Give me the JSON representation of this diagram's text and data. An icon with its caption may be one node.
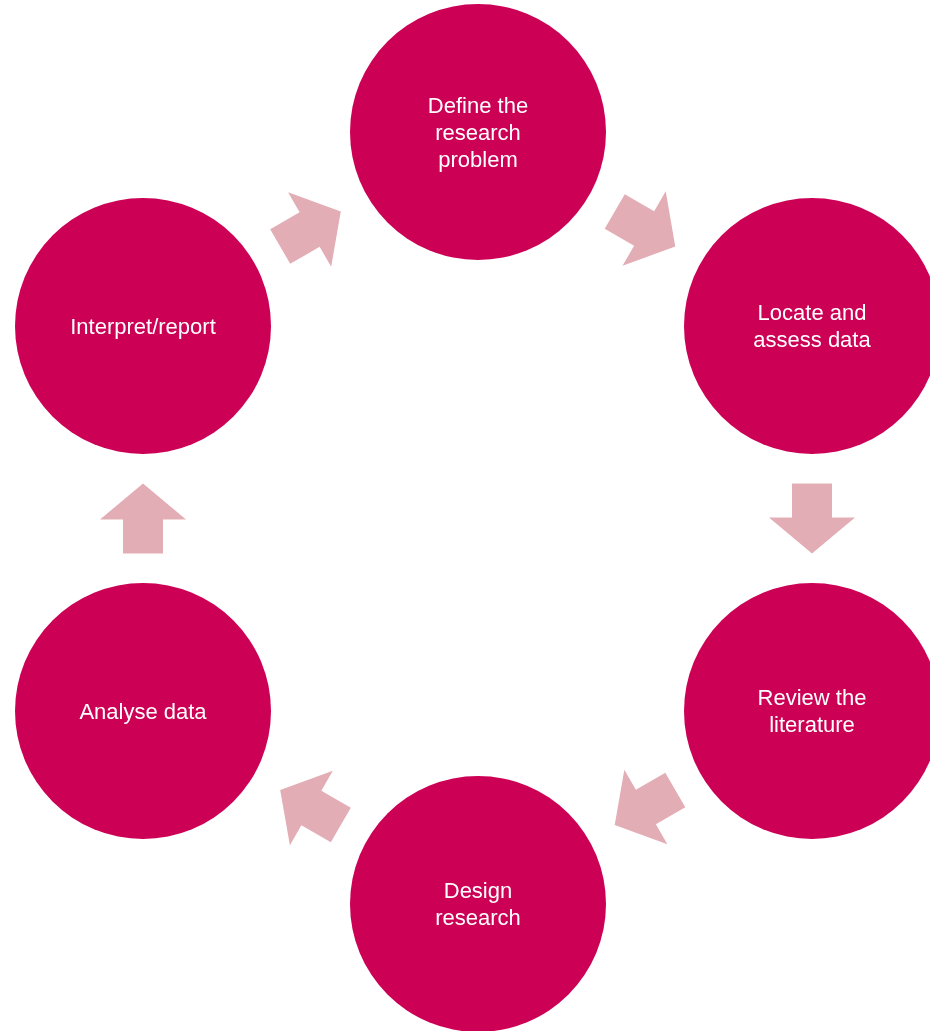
{
  "diagram": {
    "nodes": [
      {
        "text": [
          "Define the research problem"
        ]
      },
      {
        "text": [
          "Locate and assess data"
        ]
      },
      {
        "text": [
          "Review the literature"
        ]
      },
      {
        "text": [
          "Design research"
        ]
      },
      {
        "text": [
          "Analyse data"
        ]
      },
      {
        "text": [
          "Interpret/report"
        ]
      }
    ],
    "edges": [
      {
        "from": 0,
        "to": 1,
        "arrow": "to"
      },
      {
        "from": 1,
        "to": 2,
        "arrow": "to"
      },
      {
        "from": 2,
        "to": 3,
        "arrow": "to"
      },
      {
        "from": 3,
        "to": 4,
        "arrow": "to"
      },
      {
        "from": 4,
        "to": 5,
        "arrow": "to"
      },
      {
        "from": 5,
        "to": 0,
        "arrow": "to"
      }
    ]
  }
}
